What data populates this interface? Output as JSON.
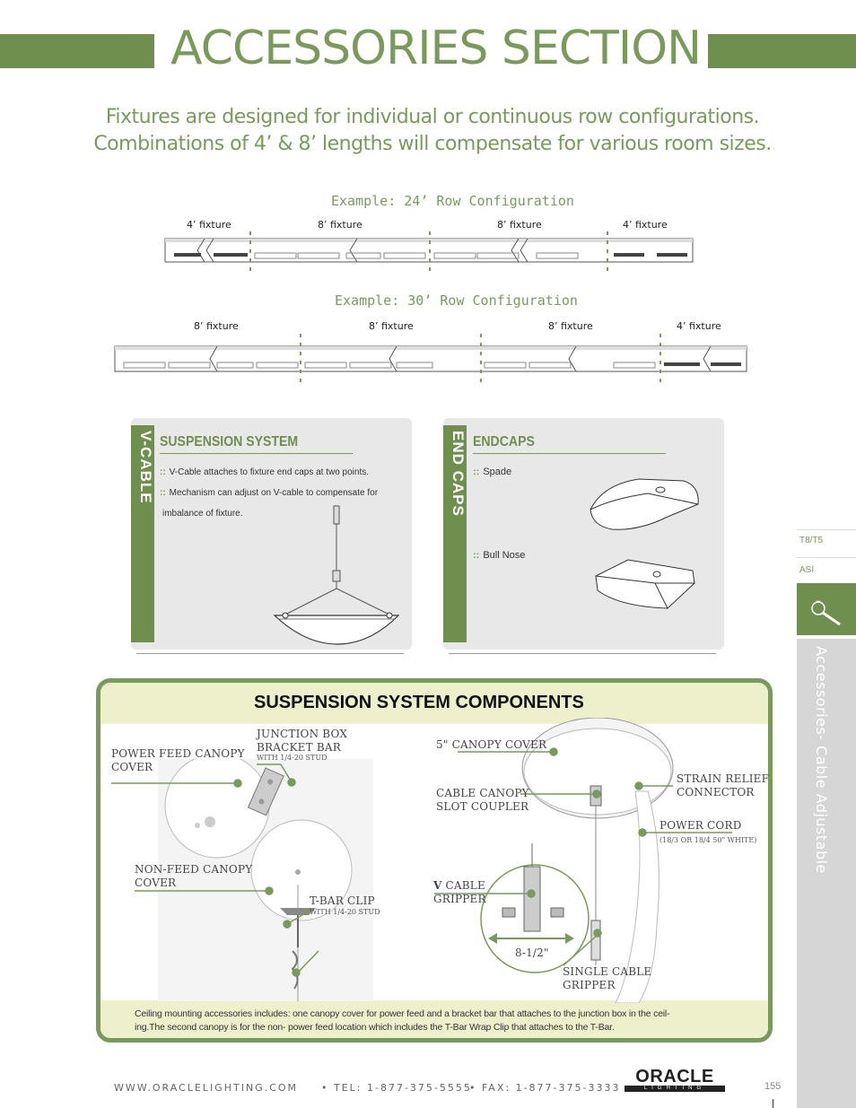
{
  "header": {
    "title": "ACCESSORIES SECTION"
  },
  "intro": {
    "line1": "Fixtures are designed for individual or continuous row configurations.",
    "line2": "Combinations of 4’ & 8’ lengths will compensate for various room sizes."
  },
  "example1": {
    "title": "Example: 24’ Row Configuration",
    "labels": [
      "4’ fixture",
      "8’ fixture",
      "8’ fixture",
      "4’ fixture"
    ]
  },
  "example2": {
    "title": "Example: 30’ Row Configuration",
    "labels": [
      "8’ fixture",
      "8’ fixture",
      "8’ fixture",
      "4’ fixture"
    ]
  },
  "vcable_panel": {
    "tab": "V-CABLE",
    "title": "SUSPENSION SYSTEM",
    "bullets": [
      "V-Cable attaches to fixture end caps at two points.",
      "Mechanism can adjust on V-cable to compensate for",
      "imbalance of fixture."
    ]
  },
  "endcaps_panel": {
    "tab": "END CAPS",
    "title": "ENDCAPS",
    "items": [
      "Spade",
      "Bull Nose"
    ]
  },
  "components": {
    "title": "SUSPENSION SYSTEM COMPONENTS",
    "labels": {
      "power_feed_1": "POWER FEED CANOPY",
      "power_feed_2": "COVER",
      "junction_1": "JUNCTION BOX",
      "junction_2": "BRACKET BAR",
      "junction_3": "WITH 1/4-20 STUD",
      "non_feed_1": "NON-FEED CANOPY",
      "non_feed_2": "COVER",
      "tbar_1": "T-BAR CLIP",
      "tbar_2": "WITH 1/4-20 STUD",
      "canopy_cover": "5\" CANOPY COVER",
      "cable_canopy_1": "CABLE CANOPY",
      "cable_canopy_2": "SLOT COUPLER",
      "strain_1": "STRAIN RELIEF",
      "strain_2": "CONNECTOR",
      "power_cord": "POWER CORD",
      "power_cord_spec": "(18/3 OR 18/4 50\" WHITE)",
      "vcable_bold": "V",
      "vcable_1": " CABLE",
      "vcable_2": "GRIPPER",
      "dimension": "8-1/2\"",
      "single_1": "SINGLE CABLE",
      "single_2": "GRIPPER"
    },
    "note_line1": "Ceiling mounting accessories includes: one canopy cover for power feed and a bracket bar that attaches to the junction box in the ceil-",
    "note_line2": "ing.The second canopy is for the non- power feed location which includes the T-Bar Wrap Clip that attaches to the T-Bar."
  },
  "sidebar": {
    "tab1": "T8/T5",
    "tab2": "ASI",
    "section": "Accessories- Cable Adjustable"
  },
  "footer": {
    "website": "WWW.ORACLELIGHTING.COM",
    "tel": "• TEL: 1-877-375-5555",
    "fax": "• FAX: 1-877-375-3333",
    "logo": "ORACLE",
    "logo_sub": "LIGHTING",
    "page": "155"
  },
  "colors": {
    "accent": "#6f8f4f",
    "accent_light": "#7a9a5c",
    "panel": "#e8e8e8",
    "highlight": "#eef0cc"
  }
}
